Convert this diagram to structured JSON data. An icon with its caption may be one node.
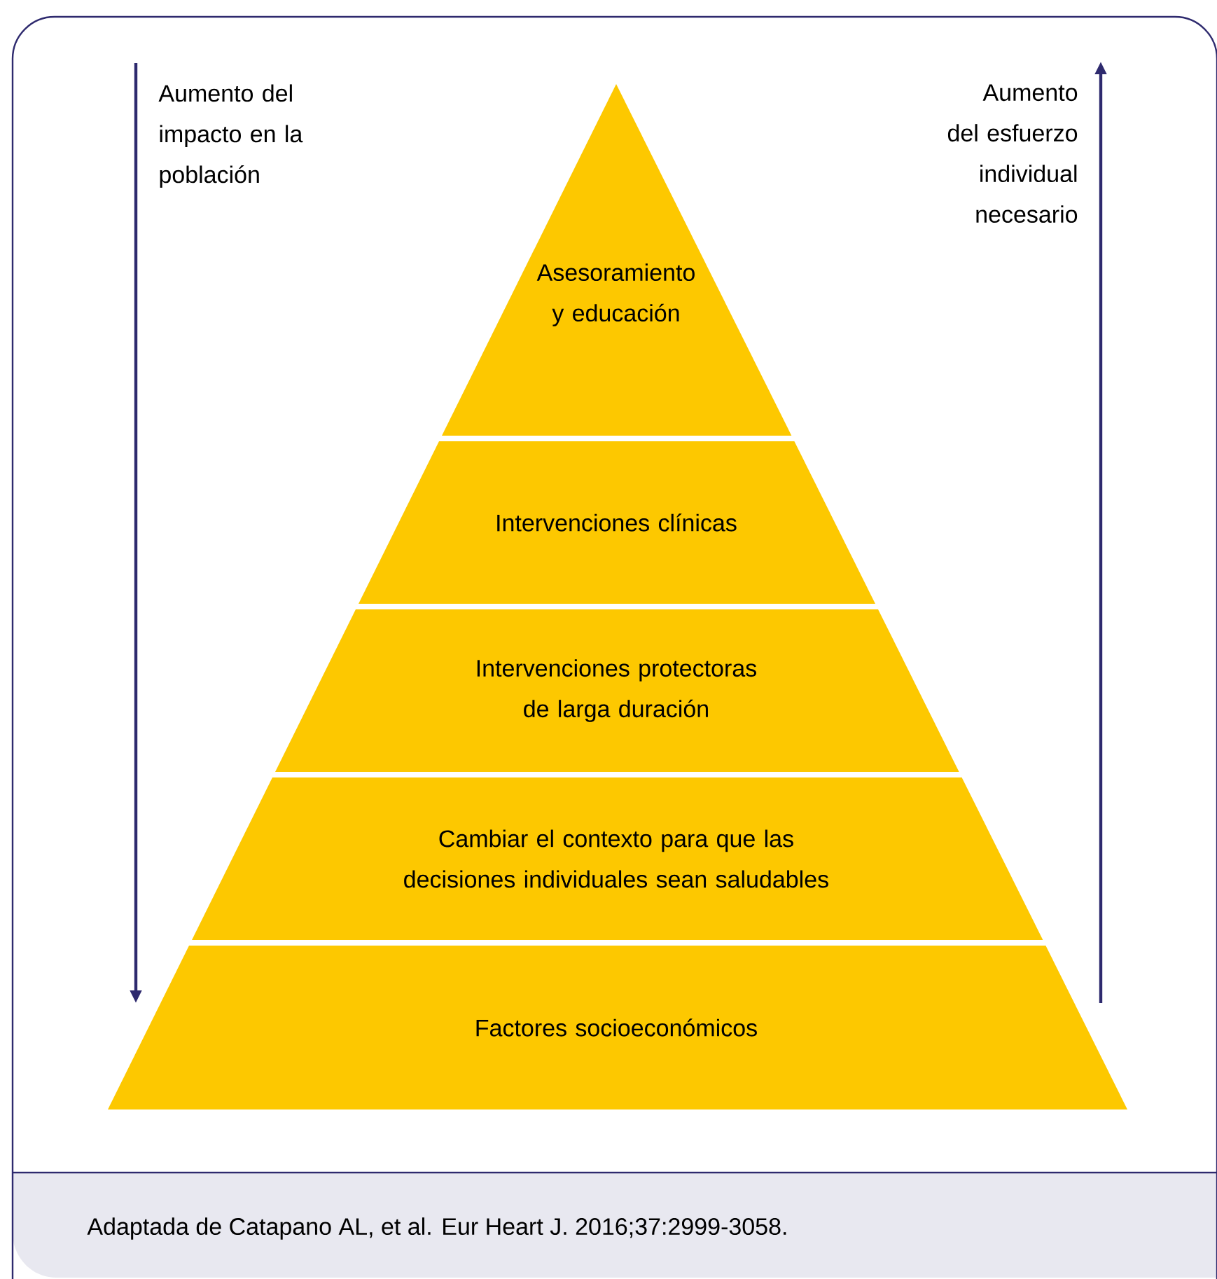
{
  "diagram": {
    "caption": "Adaptada de Catapano AL, et al. Eur Heart J. 2016;37:2999-3058.",
    "nodes": [
      {
        "text": [
          "Asesoramiento y educación"
        ]
      },
      {
        "text": [
          "Intervenciones clínicas"
        ]
      },
      {
        "text": [
          "Intervenciones protectoras de larga duración"
        ]
      },
      {
        "text": [
          "Cambiar el contexto para que las decisiones individuales sean saludables"
        ]
      },
      {
        "text": [
          "Factores socioeconómicos"
        ]
      }
    ],
    "labels": [
      "Aumento del impacto en la población",
      "Aumento del esfuerzo individual necesario"
    ]
  }
}
